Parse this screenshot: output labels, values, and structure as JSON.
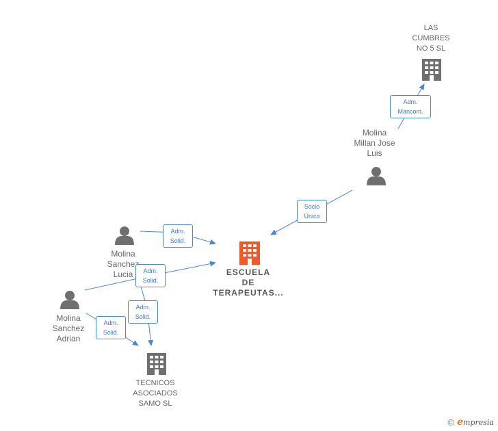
{
  "nodes": {
    "center": [
      "ESCUELA",
      "DE",
      "TERAPEUTAS..."
    ],
    "las_cumbres": [
      "LAS",
      "CUMBRES",
      "NO 5  SL"
    ],
    "tecnicos": [
      "TECNICOS",
      "ASOCIADOS",
      "SAMO  SL"
    ],
    "molina_millan": [
      "Molina",
      "Millan Jose",
      "Luis"
    ],
    "molina_lucia": [
      "Molina",
      "Sanchez",
      "Lucia"
    ],
    "molina_adrian": [
      "Molina",
      "Sanchez",
      "Adrian"
    ]
  },
  "edges": {
    "socio_unico": [
      "Socio",
      "Único"
    ],
    "adm_mancom": [
      "Adm.",
      "Mancom."
    ],
    "lucia_center": [
      "Adm.",
      "Solid."
    ],
    "adrian_center": [
      "Adm.",
      "Solid."
    ],
    "lucia_tecnicos": [
      "Adm.",
      "Solid."
    ],
    "adrian_tecnicos": [
      "Adm.",
      "Solid."
    ]
  },
  "colors": {
    "edge": "#4a86d8",
    "building_center": "#f05a28",
    "building_other": "#6f6f6f",
    "person": "#6f6f6f"
  },
  "footer": {
    "copyright_symbol": "©",
    "brand_initial": "e",
    "brand_rest": "mpresia"
  }
}
